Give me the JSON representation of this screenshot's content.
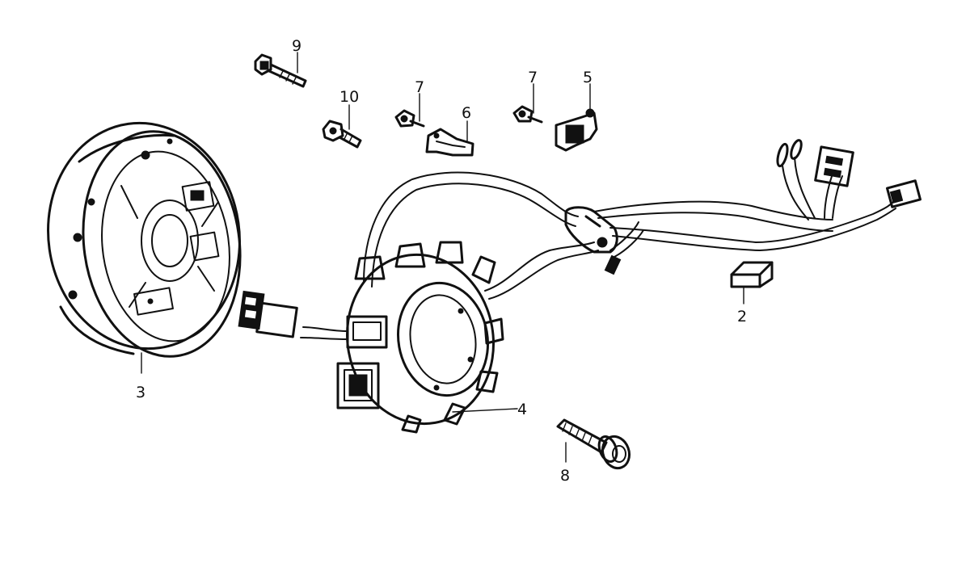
{
  "callouts": {
    "c2": "2",
    "c3": "3",
    "c4": "4",
    "c5": "5",
    "c6": "6",
    "c7a": "7",
    "c7b": "7",
    "c8": "8",
    "c9": "9",
    "c10": "10"
  },
  "colors": {
    "ink": "#111111",
    "paper": "#ffffff"
  }
}
